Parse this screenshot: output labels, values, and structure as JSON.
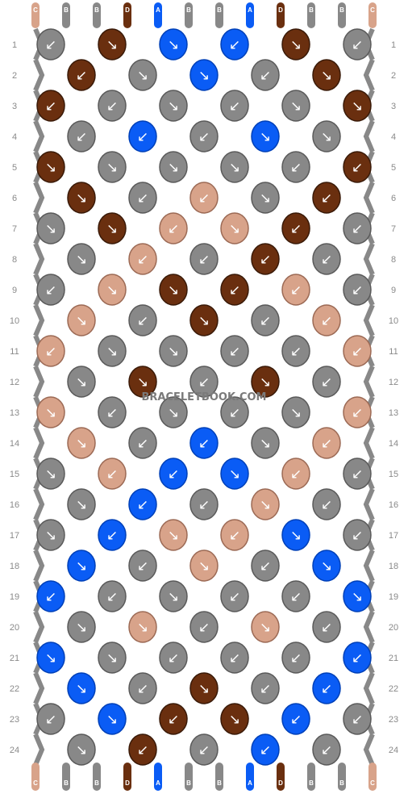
{
  "watermark": "BRACELETBOOK.COM",
  "colors": {
    "A": "#0a5cf5",
    "B": "#888888",
    "C": "#d8a38a",
    "D": "#6a2f0f"
  },
  "strands_top": [
    "C",
    "B",
    "B",
    "D",
    "A",
    "B",
    "B",
    "A",
    "D",
    "B",
    "B",
    "C"
  ],
  "strands_bottom": [
    "C",
    "B",
    "B",
    "D",
    "A",
    "B",
    "B",
    "A",
    "D",
    "B",
    "B",
    "C"
  ],
  "row_numbers": [
    1,
    2,
    3,
    4,
    5,
    6,
    7,
    8,
    9,
    10,
    11,
    12,
    13,
    14,
    15,
    16,
    17,
    18,
    19,
    20,
    21,
    22,
    23,
    24
  ],
  "knots": [
    [
      "B",
      "D",
      "A",
      "A",
      "D",
      "B"
    ],
    [
      "D",
      "B",
      "A",
      "B",
      "D"
    ],
    [
      "D",
      "B",
      "B",
      "B",
      "B",
      "D"
    ],
    [
      "B",
      "A",
      "B",
      "A",
      "B"
    ],
    [
      "D",
      "B",
      "B",
      "B",
      "B",
      "D"
    ],
    [
      "D",
      "B",
      "C",
      "B",
      "D"
    ],
    [
      "B",
      "D",
      "C",
      "C",
      "D",
      "B"
    ],
    [
      "B",
      "C",
      "B",
      "D",
      "B"
    ],
    [
      "B",
      "C",
      "D",
      "D",
      "C",
      "B"
    ],
    [
      "C",
      "B",
      "D",
      "B",
      "C"
    ],
    [
      "C",
      "B",
      "B",
      "B",
      "B",
      "C"
    ],
    [
      "B",
      "D",
      "B",
      "D",
      "B"
    ],
    [
      "C",
      "B",
      "B",
      "B",
      "B",
      "C"
    ],
    [
      "C",
      "B",
      "A",
      "B",
      "C"
    ],
    [
      "B",
      "C",
      "A",
      "A",
      "C",
      "B"
    ],
    [
      "B",
      "A",
      "B",
      "C",
      "B"
    ],
    [
      "B",
      "A",
      "C",
      "C",
      "A",
      "B"
    ],
    [
      "A",
      "B",
      "C",
      "B",
      "A"
    ],
    [
      "A",
      "B",
      "B",
      "B",
      "B",
      "A"
    ],
    [
      "B",
      "C",
      "B",
      "C",
      "B"
    ],
    [
      "A",
      "B",
      "B",
      "B",
      "B",
      "A"
    ],
    [
      "A",
      "B",
      "D",
      "B",
      "A"
    ],
    [
      "B",
      "A",
      "D",
      "D",
      "A",
      "B"
    ],
    [
      "B",
      "D",
      "B",
      "A",
      "B"
    ]
  ],
  "arrows": [
    [
      "↙",
      "↘",
      "↘",
      "↙",
      "↘",
      "↙"
    ],
    [
      "↙",
      "↘",
      "↘",
      "↙",
      "↘"
    ],
    [
      "↙",
      "↙",
      "↘",
      "↙",
      "↘",
      "↘"
    ],
    [
      "↙",
      "↙",
      "↙",
      "↘",
      "↘"
    ],
    [
      "↘",
      "↘",
      "↘",
      "↘",
      "↙",
      "↙"
    ],
    [
      "↘",
      "↙",
      "↙",
      "↘",
      "↙"
    ],
    [
      "↘",
      "↘",
      "↙",
      "↘",
      "↙",
      "↙"
    ],
    [
      "↘",
      "↙",
      "↙",
      "↙",
      "↙"
    ],
    [
      "↙",
      "↘",
      "↘",
      "↙",
      "↙",
      "↙"
    ],
    [
      "↘",
      "↙",
      "↘",
      "↙",
      "↙"
    ],
    [
      "↙",
      "↘",
      "↘",
      "↙",
      "↙",
      "↙"
    ],
    [
      "↘",
      "↘",
      "↙",
      "↘",
      "↙"
    ],
    [
      "↘",
      "↙",
      "↘",
      "↙",
      "↘",
      "↙"
    ],
    [
      "↘",
      "↙",
      "↙",
      "↘",
      "↙"
    ],
    [
      "↘",
      "↙",
      "↙",
      "↘",
      "↙",
      "↙"
    ],
    [
      "↘",
      "↙",
      "↙",
      "↘",
      "↙"
    ],
    [
      "↘",
      "↙",
      "↘",
      "↙",
      "↘",
      "↙"
    ],
    [
      "↘",
      "↙",
      "↘",
      "↙",
      "↘"
    ],
    [
      "↙",
      "↙",
      "↘",
      "↙",
      "↙",
      "↘"
    ],
    [
      "↘",
      "↘",
      "↙",
      "↘",
      "↙"
    ],
    [
      "↘",
      "↘",
      "↙",
      "↙",
      "↙",
      "↙"
    ],
    [
      "↘",
      "↙",
      "↘",
      "↙",
      "↙"
    ],
    [
      "↙",
      "↘",
      "↙",
      "↘",
      "↙",
      "↙"
    ],
    [
      "↘",
      "↙",
      "↙",
      "↙",
      "↙"
    ]
  ]
}
